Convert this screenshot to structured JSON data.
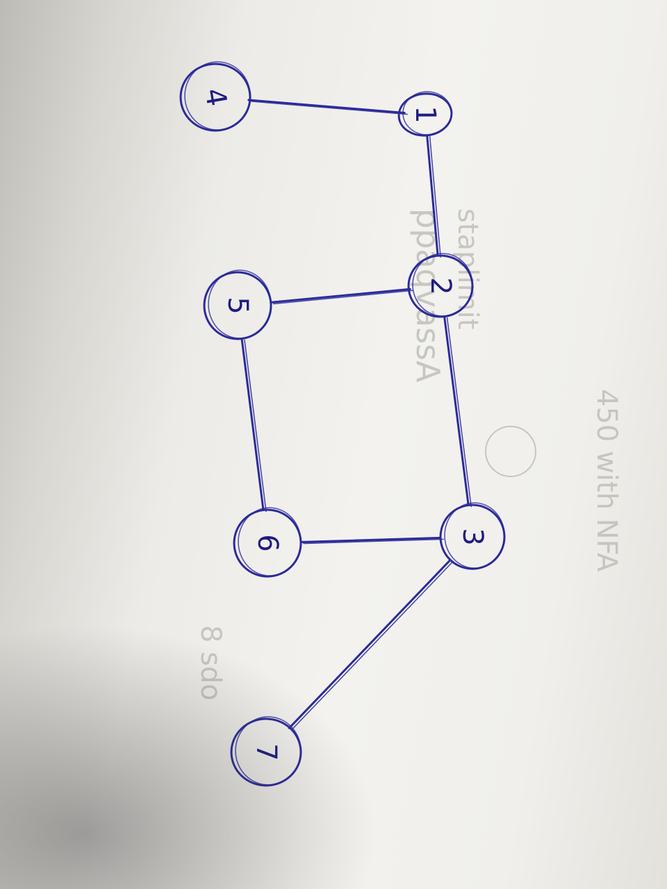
{
  "diagram": {
    "nodes": [
      {
        "id": "n1",
        "label": "1"
      },
      {
        "id": "n2",
        "label": "2"
      },
      {
        "id": "n3",
        "label": "3"
      },
      {
        "id": "n4",
        "label": "4"
      },
      {
        "id": "n5",
        "label": "5"
      },
      {
        "id": "n6",
        "label": "6"
      },
      {
        "id": "n7",
        "label": "7"
      }
    ],
    "edges": [
      {
        "from": "n4",
        "to": "n1"
      },
      {
        "from": "n1",
        "to": "n2"
      },
      {
        "from": "n2",
        "to": "n5"
      },
      {
        "from": "n2",
        "to": "n3"
      },
      {
        "from": "n5",
        "to": "n6"
      },
      {
        "from": "n6",
        "to": "n3"
      },
      {
        "from": "n3",
        "to": "n7"
      }
    ],
    "colors": {
      "ink": "#2b2a9a",
      "paper": "#f3f2ee",
      "show_through": "#b9b8b2"
    }
  }
}
